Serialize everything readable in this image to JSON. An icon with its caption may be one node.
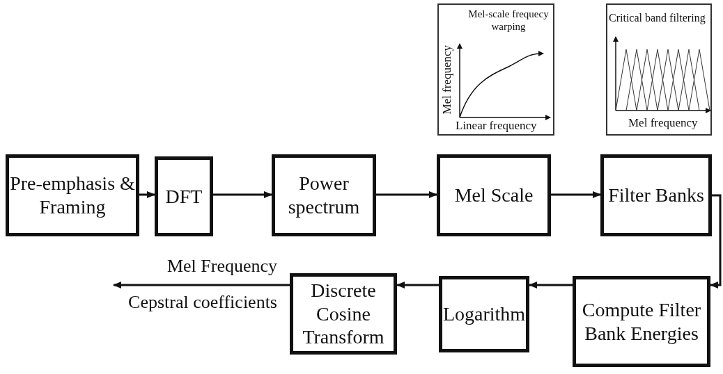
{
  "diagram": {
    "nodes": [
      {
        "text": [
          "Mel-scale frequecy warping",
          "Mel frequency",
          "Linear frequency"
        ]
      },
      {
        "text": [
          "Critical band filtering",
          "Mel frequency"
        ]
      },
      {
        "text": [
          "Pre-emphasis & Framing"
        ]
      },
      {
        "text": [
          "DFT"
        ]
      },
      {
        "text": [
          "Power spectrum"
        ]
      },
      {
        "text": [
          "Mel Scale"
        ]
      },
      {
        "text": [
          "Filter Banks"
        ]
      },
      {
        "text": [
          "Compute Filter Bank Energies"
        ]
      },
      {
        "text": [
          "Logarithm"
        ]
      },
      {
        "text": [
          "Discrete Cosine Transform"
        ]
      }
    ],
    "edges": [
      {
        "from": 2,
        "to": 3,
        "arrow": "to"
      },
      {
        "from": 3,
        "to": 4,
        "arrow": "to"
      },
      {
        "from": 4,
        "to": 5,
        "arrow": "to"
      },
      {
        "from": 5,
        "to": 6,
        "arrow": "to"
      },
      {
        "from": 6,
        "to": 7,
        "arrow": "to"
      },
      {
        "from": 7,
        "to": 8,
        "arrow": "to"
      },
      {
        "from": 8,
        "to": 9,
        "arrow": "to"
      },
      {
        "from": 9,
        "to": null,
        "arrow": "to",
        "label": "Mel Frequency Cepstral coefficients"
      }
    ]
  }
}
